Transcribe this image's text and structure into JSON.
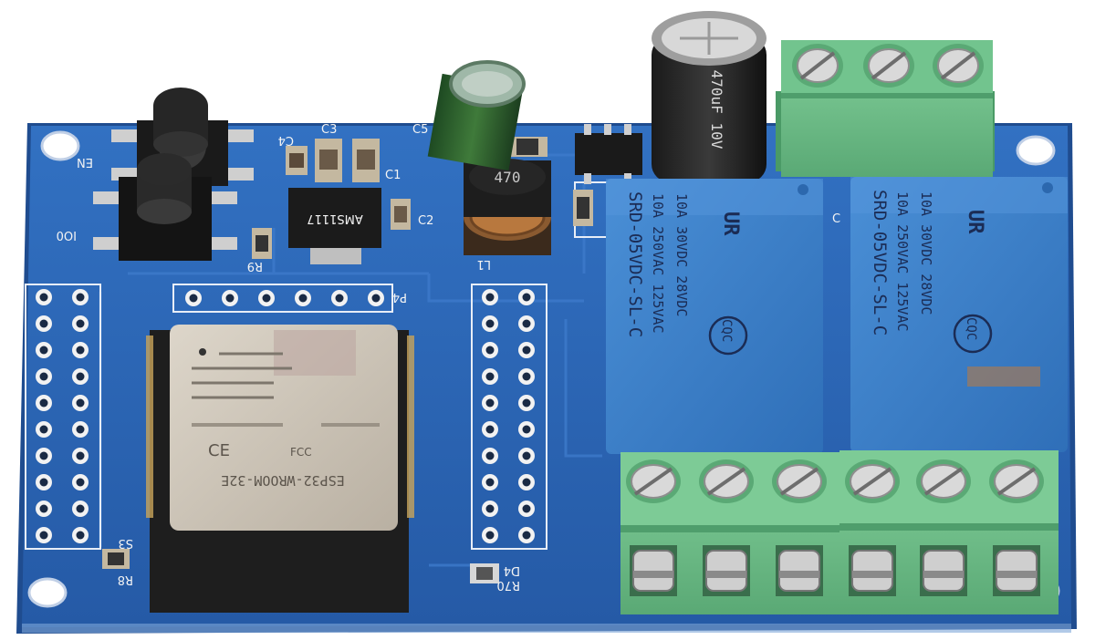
{
  "silkscreen": {
    "en": "EN",
    "io0": "IO0",
    "c3": "C3",
    "c4": "C4",
    "c1": "C1",
    "c2": "C2",
    "c5": "C5",
    "l1": "L1",
    "r9": "R9",
    "p4": "P4",
    "s3": "S3",
    "r8": "R8",
    "d4": "D4",
    "r70": "R70",
    "c_right": "C"
  },
  "inductor_marking": "470",
  "regulator_marking": "AMS1117",
  "capacitor_marking": "470uF 10V",
  "module": {
    "name": "ESP32-WROOM-32E",
    "marks": [
      "CE",
      "FCC"
    ]
  },
  "relays": [
    {
      "model": "SRD-05VDC-SL-C",
      "ratings": [
        "10A 250VAC 125VAC",
        "10A 30VDC 28VDC"
      ],
      "certs": [
        "CQC",
        "UR"
      ]
    },
    {
      "model": "SRD-05VDC-SL-C",
      "ratings": [
        "10A 250VAC 125VAC",
        "10A 30VDC 28VDC"
      ],
      "certs": [
        "CQC",
        "UR"
      ]
    }
  ],
  "colors": {
    "pcb": "#2b63b2",
    "pcb_edge": "#1f4c8f",
    "relay": "#3d7fc8",
    "terminal": "#6fc08a",
    "module_shield": "#c9c1b4"
  }
}
